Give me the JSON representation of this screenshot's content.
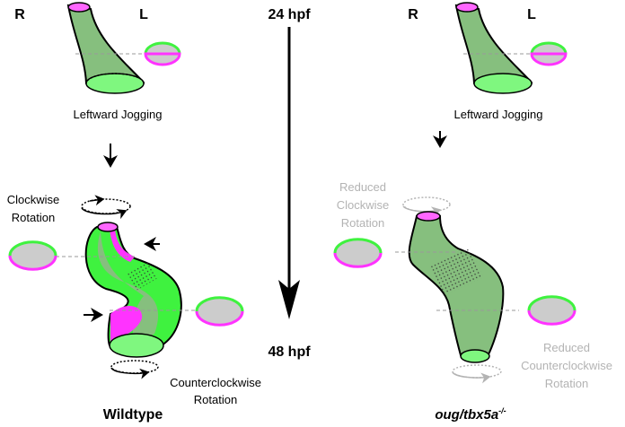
{
  "timeline": {
    "start": "24 hpf",
    "end": "48 hpf"
  },
  "wildtype": {
    "side_right": "R",
    "side_left": "L",
    "jogging": "Leftward Jogging",
    "cw_line1": "Clockwise",
    "cw_line2": "Rotation",
    "ccw_line1": "Counterclockwise",
    "ccw_line2": "Rotation",
    "title": "Wildtype"
  },
  "mutant": {
    "side_right": "R",
    "side_left": "L",
    "jogging": "Leftward Jogging",
    "cw_line1": "Reduced",
    "cw_line2": "Clockwise",
    "cw_line3": "Rotation",
    "ccw_line1": "Reduced",
    "ccw_line2": "Counterclockwise",
    "ccw_line3": "Rotation",
    "title_main": "oug/tbx5a",
    "title_sup": "-/-"
  },
  "colors": {
    "green": "#3ff23f",
    "magenta": "#ff33ff",
    "tube": "#86bf7e",
    "gray": "#cccccc",
    "muted": "#b3b3b3"
  }
}
